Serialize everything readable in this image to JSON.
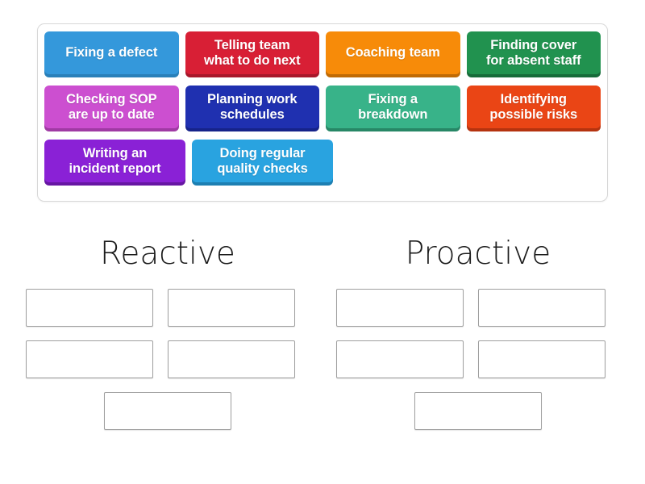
{
  "activity": {
    "type": "group-sort",
    "word_bank": {
      "rows": [
        [
          {
            "label": "Fixing a defect",
            "color": "#3498db",
            "shadow": "#2980b9"
          },
          {
            "label": "Telling team\nwhat to do next",
            "color": "#d81f35",
            "shadow": "#a8172a"
          },
          {
            "label": "Coaching team",
            "color": "#f78b09",
            "shadow": "#c06a04"
          },
          {
            "label": "Finding cover\nfor absent staff",
            "color": "#21924f",
            "shadow": "#166b39"
          }
        ],
        [
          {
            "label": "Checking SOP\nare up to date",
            "color": "#cc4fd0",
            "shadow": "#a03aa4"
          },
          {
            "label": "Planning work\nschedules",
            "color": "#1f30b0",
            "shadow": "#16238a"
          },
          {
            "label": "Fixing a\nbreakdown",
            "color": "#38b389",
            "shadow": "#278766"
          },
          {
            "label": "Identifying\npossible risks",
            "color": "#ea4515",
            "shadow": "#b5330f"
          }
        ],
        [
          {
            "label": "Writing an\nincident report",
            "color": "#8a21d6",
            "shadow": "#6716a3"
          },
          {
            "label": "Doing regular\nquality checks",
            "color": "#29a3e0",
            "shadow": "#1d7fb2"
          }
        ]
      ]
    },
    "columns": [
      {
        "heading": "Reactive",
        "dropzone_rows": [
          [
            "",
            ""
          ],
          [
            "",
            ""
          ],
          [
            ""
          ]
        ]
      },
      {
        "heading": "Proactive",
        "dropzone_rows": [
          [
            "",
            ""
          ],
          [
            "",
            ""
          ],
          [
            ""
          ]
        ]
      }
    ]
  }
}
